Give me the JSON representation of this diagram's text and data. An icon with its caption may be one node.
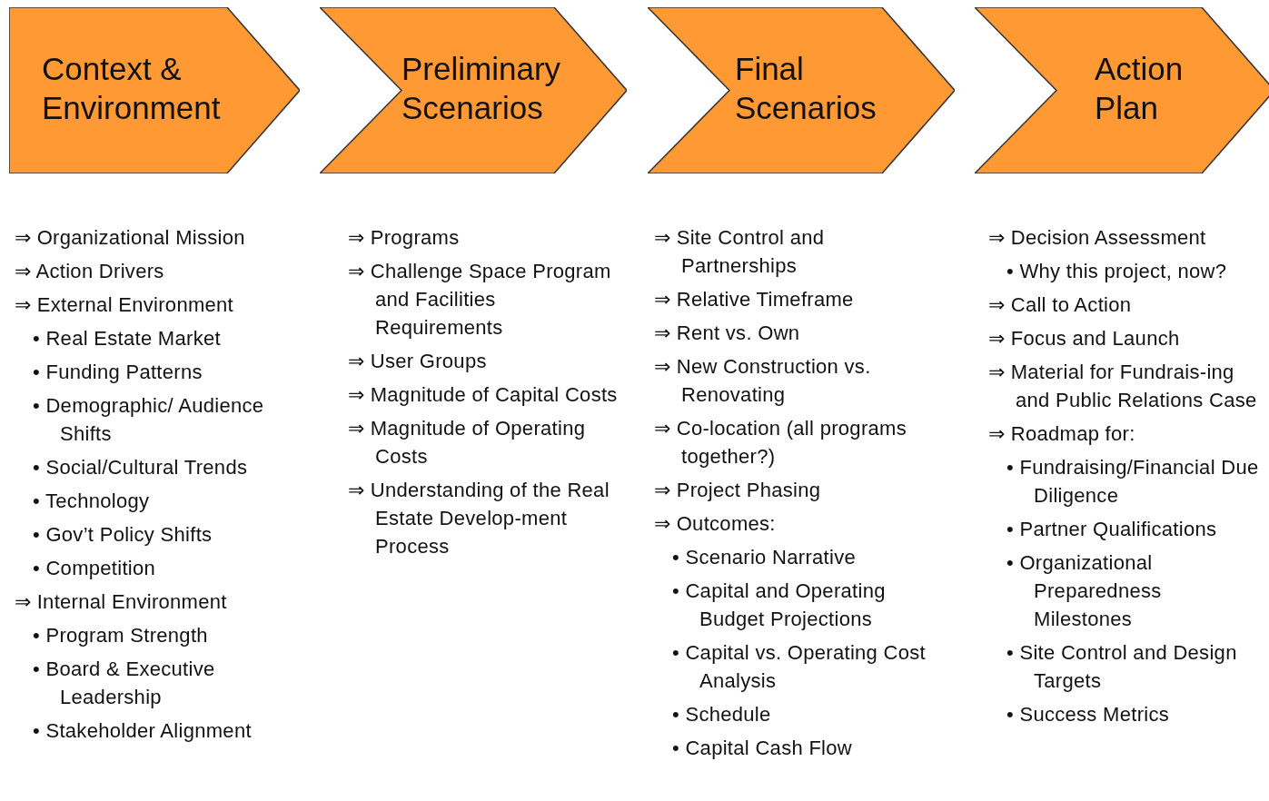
{
  "diagram": {
    "nodes": [
      {
        "text": [
          "Context & Environment"
        ],
        "beside": [
          "⇒ Organizational Mission",
          "⇒ Action Drivers",
          "⇒ External Environment",
          "• Real Estate Market",
          "• Funding Patterns",
          "• Demographic/ Audience Shifts",
          "• Social/Cultural Trends",
          "• Technology",
          "• Gov’t Policy Shifts",
          "• Competition",
          "⇒ Internal Environment",
          "• Program Strength",
          "• Board & Executive Leadership",
          "• Stakeholder Alignment"
        ]
      },
      {
        "text": [
          "Preliminary Scenarios"
        ],
        "beside": [
          "⇒ Programs",
          "⇒ Challenge Space Program and Facilities Requirements",
          "⇒ User Groups",
          "⇒ Magnitude of Capital Costs",
          "⇒ Magnitude of Operating Costs",
          "⇒ Understanding of the Real Estate Develop-ment Process"
        ]
      },
      {
        "text": [
          "Final Scenarios"
        ],
        "beside": [
          "⇒ Site Control and Partnerships",
          "⇒ Relative Timeframe",
          "⇒ Rent vs. Own",
          "⇒ New Construction vs. Renovating",
          "⇒ Co-location (all programs together?)",
          "⇒ Project Phasing",
          "⇒ Outcomes:",
          "• Scenario Narrative",
          "• Capital and Operating Budget Projections",
          "• Capital vs. Operating Cost Analysis",
          "• Schedule",
          "• Capital Cash Flow"
        ]
      },
      {
        "text": [
          "Action Plan"
        ],
        "beside": [
          "⇒ Decision Assessment",
          "• Why this project, now?",
          "⇒ Call to Action",
          "⇒ Focus and Launch",
          "⇒ Material for Fundrais-ing and Public Relations Case",
          "⇒ Roadmap for:",
          "• Fundraising/Financial Due Diligence",
          "• Partner Qualifications",
          "• Organizational Preparedness Milestones",
          "• Site Control and Design Targets",
          "• Success Metrics"
        ]
      }
    ]
  }
}
